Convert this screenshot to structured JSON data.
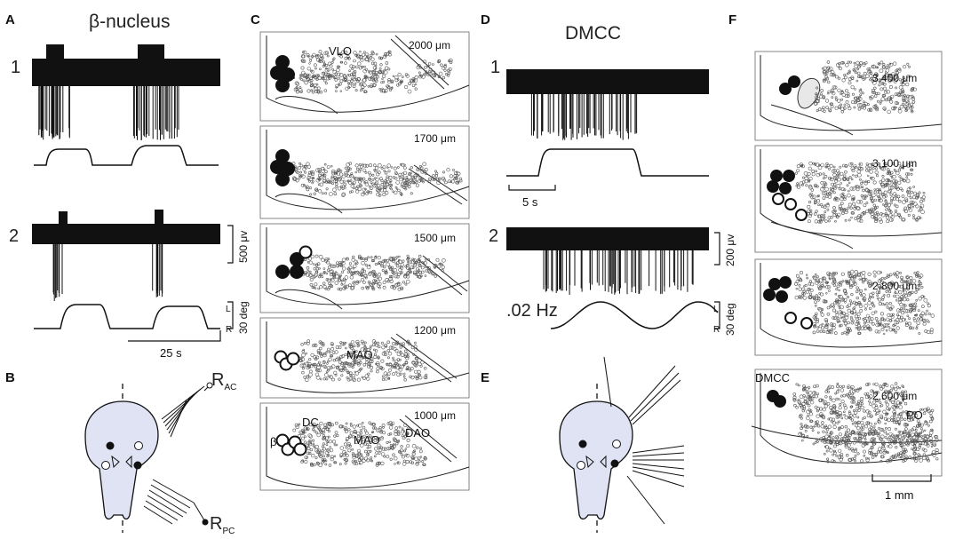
{
  "panels": {
    "A": {
      "label": "A",
      "title": "β-nucleus",
      "trace1_label": "1",
      "trace2_label": "2",
      "amp_scale": "500 μv",
      "deg_scale": "30 deg",
      "L": "L",
      "R": "R",
      "time_scale": "25 s"
    },
    "B": {
      "label": "B",
      "r_ac": "R",
      "r_ac_sub": "AC",
      "r_pc": "R",
      "r_pc_sub": "PC"
    },
    "C": {
      "label": "C",
      "sections": [
        {
          "depth": "2000 μm",
          "region": "VLO"
        },
        {
          "depth": "1700 μm",
          "region": ""
        },
        {
          "depth": "1500 μm",
          "region": ""
        },
        {
          "depth": "1200 μm",
          "region": "MAO"
        },
        {
          "depth": "1000 μm",
          "region": "DC"
        }
      ],
      "s5_extra": [
        "β",
        "MAO",
        "DAO"
      ]
    },
    "D": {
      "label": "D",
      "title": "DMCC",
      "trace1_label": "1",
      "trace2_label": "2",
      "time_scale": "5 s",
      "amp_scale": "200 μv",
      "freq": ".02 Hz",
      "deg_scale": "30 deg",
      "L": "L",
      "R": "R"
    },
    "E": {
      "label": "E"
    },
    "F": {
      "label": "F",
      "sections": [
        {
          "depth": "3,400 μm"
        },
        {
          "depth": "3,100 μm"
        },
        {
          "depth": "2,800 μm"
        },
        {
          "depth": "2,600 μm"
        }
      ],
      "dmcc": "DMCC",
      "po": "PO",
      "scale": "1 mm"
    }
  },
  "colors": {
    "ink": "#111111",
    "head_fill": "#dfe3f3",
    "filled_marker": "#111111",
    "open_marker": "#ffffff"
  }
}
